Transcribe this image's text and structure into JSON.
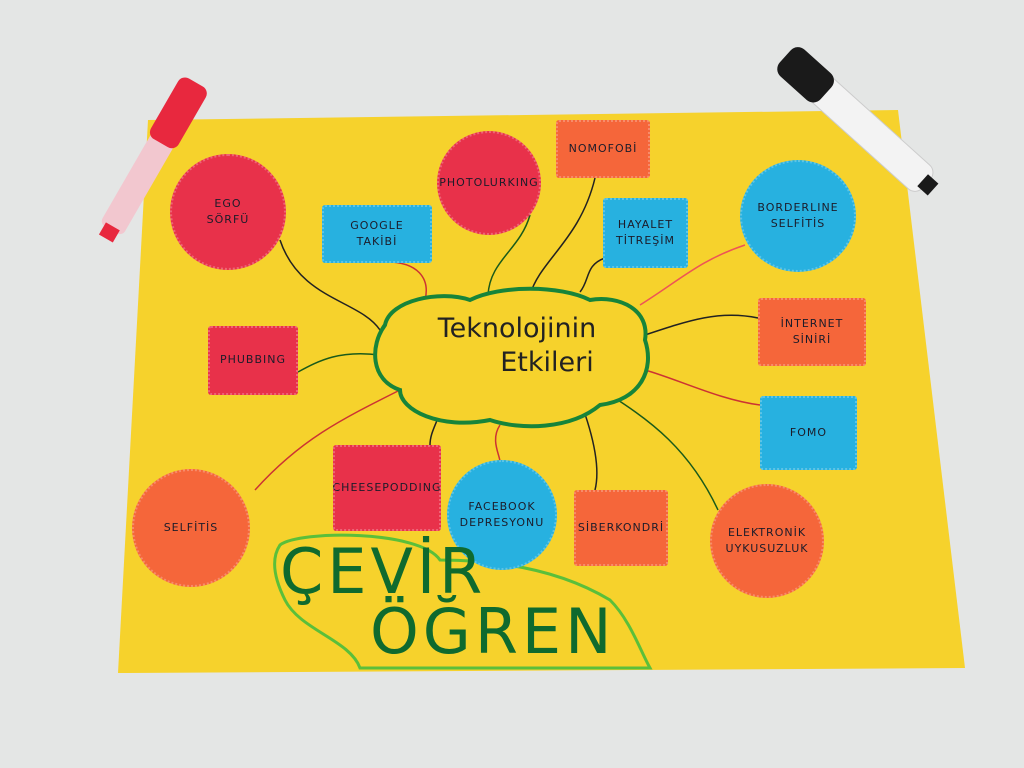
{
  "mindmap": {
    "center": {
      "line1": "Teknolojinin",
      "line2": "Etkileri"
    },
    "nodes": [
      {
        "label": "EGO\nSÖRFÜ"
      },
      {
        "label": "GOOGLE\nTAKİBİ"
      },
      {
        "label": "PHOTOLURKING"
      },
      {
        "label": "NOMOFOBİ"
      },
      {
        "label": "HAYALET\nTİTREŞİM"
      },
      {
        "label": "BORDERLINE\nSELFİTİS"
      },
      {
        "label": "İNTERNET\nSİNİRİ"
      },
      {
        "label": "FOMO"
      },
      {
        "label": "ELEKTRONİK\nUYKUSUZLUK"
      },
      {
        "label": "SİBERKONDRİ"
      },
      {
        "label": "FACEBOOK\nDEPRESYONU"
      },
      {
        "label": "CHEESEPODDING"
      },
      {
        "label": "SELFİTİS"
      },
      {
        "label": "PHUBBING"
      }
    ],
    "slogan": {
      "line1": "ÇEVİR",
      "line2": "ÖĞREN"
    }
  },
  "colors": {
    "poster": "#f6d22c",
    "red": "#e8314a",
    "blue": "#27b1e0",
    "orange": "#f5663a",
    "green": "#0f6a2e"
  }
}
